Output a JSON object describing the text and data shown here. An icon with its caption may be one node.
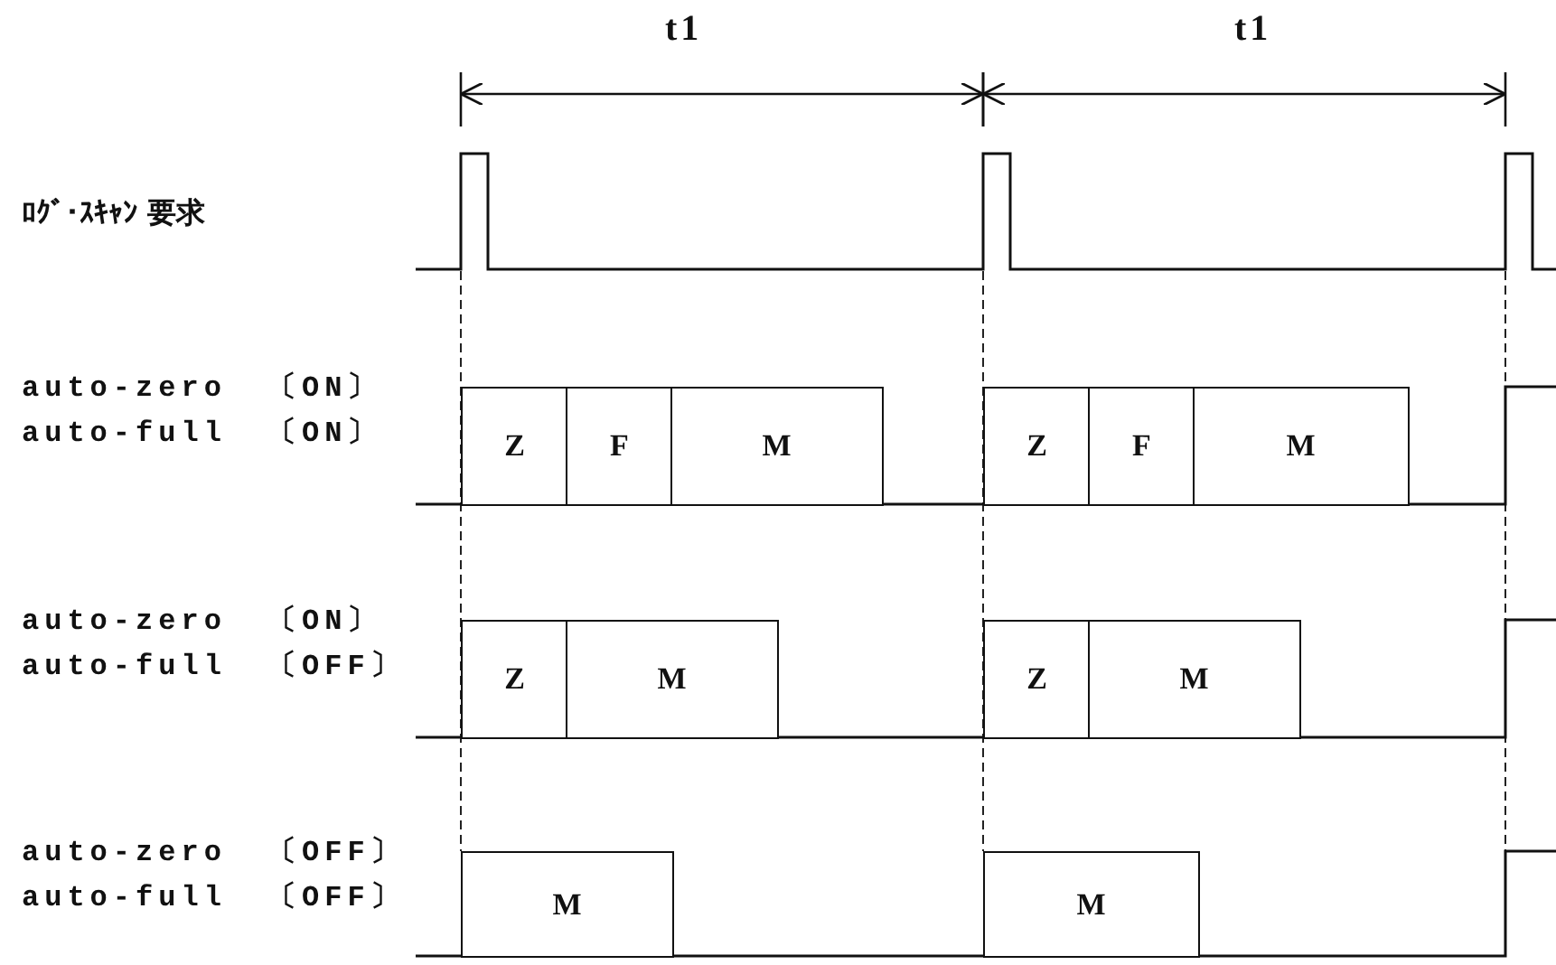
{
  "diagram": {
    "nodes": [
      {
        "text": [
          "Z"
        ]
      },
      {
        "text": [
          "F"
        ]
      },
      {
        "text": [
          "M"
        ]
      },
      {
        "text": [
          "Z"
        ]
      },
      {
        "text": [
          "F"
        ]
      },
      {
        "text": [
          "M"
        ]
      },
      {
        "text": [
          "Z"
        ]
      },
      {
        "text": [
          "M"
        ]
      },
      {
        "text": [
          "Z"
        ]
      },
      {
        "text": [
          "M"
        ]
      },
      {
        "text": [
          "M"
        ]
      },
      {
        "text": [
          "M"
        ]
      }
    ],
    "labels": [
      "t1",
      "t1",
      "ﾛｸﾞ･ｽｷｬﾝ 要求",
      "auto-zero",
      "〔ON〕",
      "auto-full",
      "〔ON〕",
      "auto-zero",
      "〔ON〕",
      "auto-full",
      "〔OFF〕",
      "auto-zero",
      "〔OFF〕",
      "auto-full",
      "〔OFF〕"
    ]
  }
}
